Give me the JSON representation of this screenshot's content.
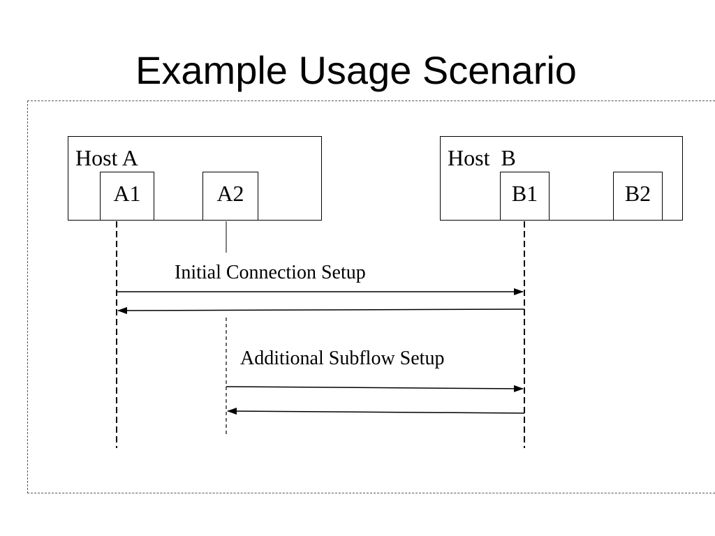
{
  "title": "Example Usage Scenario",
  "hosts": [
    {
      "label": "Host A",
      "endpoints": [
        "A1",
        "A2"
      ]
    },
    {
      "label": "Host  B",
      "endpoints": [
        "B1",
        "B2"
      ]
    }
  ],
  "flows": [
    {
      "label": "Initial Connection Setup"
    },
    {
      "label": "Additional Subflow Setup"
    }
  ]
}
